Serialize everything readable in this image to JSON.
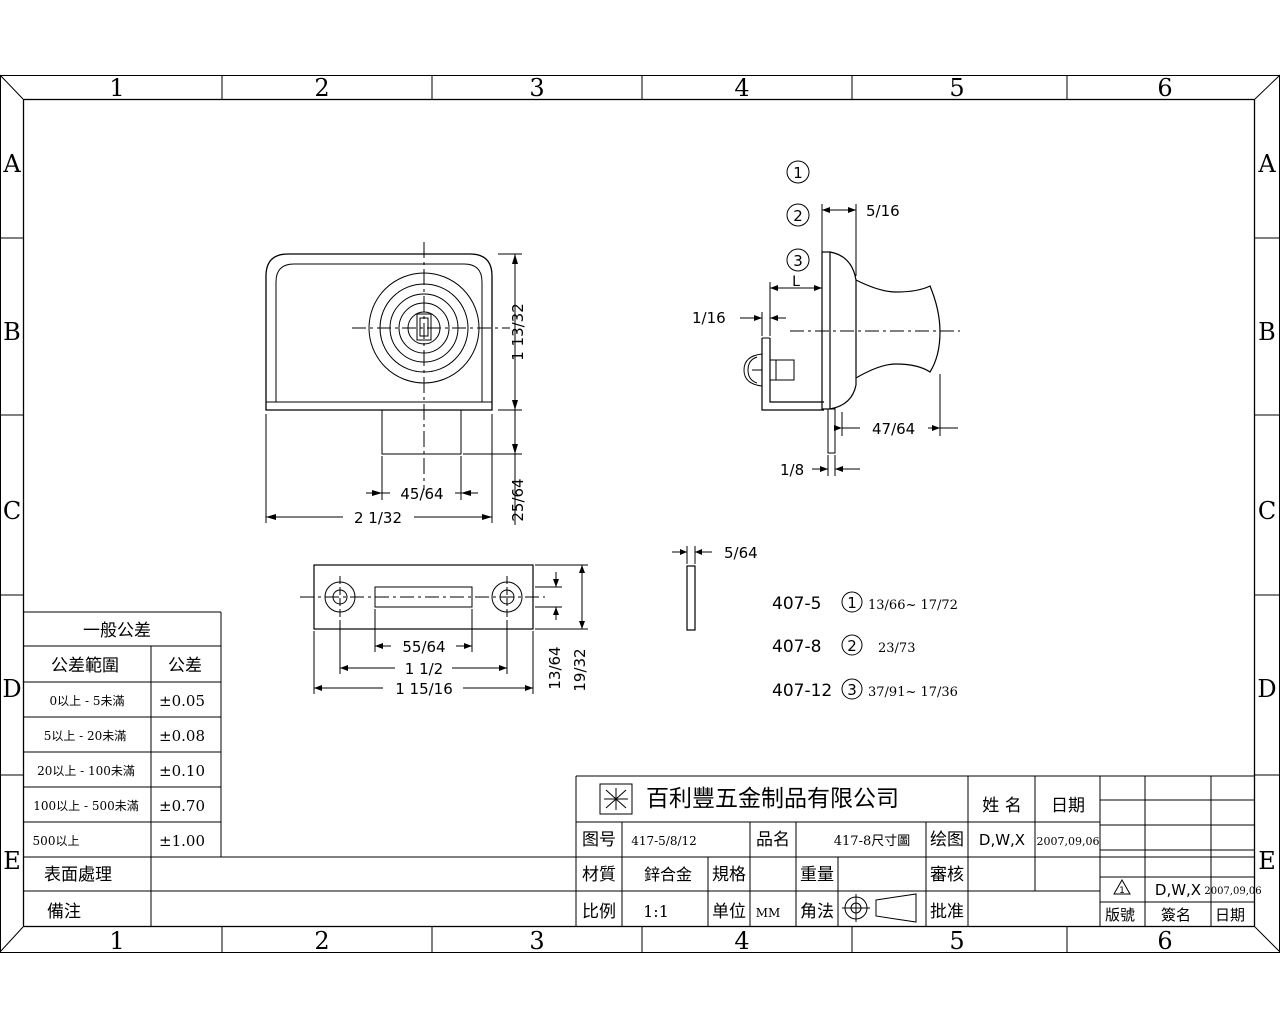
{
  "border": {
    "columns": [
      "1",
      "2",
      "3",
      "4",
      "5",
      "6"
    ],
    "rows": [
      "A",
      "B",
      "C",
      "D",
      "E"
    ]
  },
  "front_view": {
    "dims": {
      "d1": "1 13/32",
      "d2": "45/64",
      "d3": "2 1/32",
      "d4": "25/64"
    }
  },
  "side_view": {
    "markers": [
      "1",
      "2",
      "3"
    ],
    "dims": {
      "d1": "5/16",
      "d2": "L",
      "d3": "1/16",
      "d4": "47/64",
      "d5": "1/8"
    }
  },
  "strike_plate": {
    "dims": {
      "d1": "55/64",
      "d2": "1 1/2",
      "d3": "1 15/16",
      "d4": "13/64",
      "d5": "19/32"
    }
  },
  "shim": {
    "dim": "5/64"
  },
  "models": [
    {
      "code": "407-5",
      "marker": "1",
      "range": "13/66~  17/72"
    },
    {
      "code": "407-8",
      "marker": "2",
      "range": "23/73"
    },
    {
      "code": "407-12",
      "marker": "3",
      "range": "37/91~  17/36"
    }
  ],
  "tolerance_table": {
    "title": "一般公差",
    "col_range": "公差範圍",
    "col_tol": "公差",
    "rows": [
      {
        "range": "0以上 - 5未滿",
        "tol": "±0.05"
      },
      {
        "range": "5以上 - 20未滿",
        "tol": "±0.08"
      },
      {
        "range": "20以上 - 100未滿",
        "tol": "±0.10"
      },
      {
        "range": "100以上 - 500未滿",
        "tol": "±0.70"
      },
      {
        "range": "500以上",
        "tol": "±1.00"
      }
    ],
    "surface_label": "表面處理",
    "remark_label": "備注"
  },
  "title_block": {
    "company": "百利豐五金制品有限公司",
    "name_label": "姓 名",
    "date_label": "日期",
    "drawing_no_label": "图号",
    "drawing_no": "417-5/8/12",
    "product_label": "品名",
    "product": "417-8尺寸圖",
    "drawn_label": "绘图",
    "drawn_by": "D,W,X",
    "drawn_date": "2007,09,06",
    "material_label": "材質",
    "material": "鋅合金",
    "spec_label": "規格",
    "weight_label": "重量",
    "check_label": "審核",
    "scale_label": "比例",
    "scale": "1:1",
    "unit_label": "单位",
    "unit": "MM",
    "angle_label": "角法",
    "approve_label": "批准",
    "rev_symbol": "1",
    "rev_name": "D,W,X",
    "rev_date": "2007,09,06",
    "version_label": "版號",
    "sign_label": "簽名",
    "rev_date_label": "日期"
  }
}
